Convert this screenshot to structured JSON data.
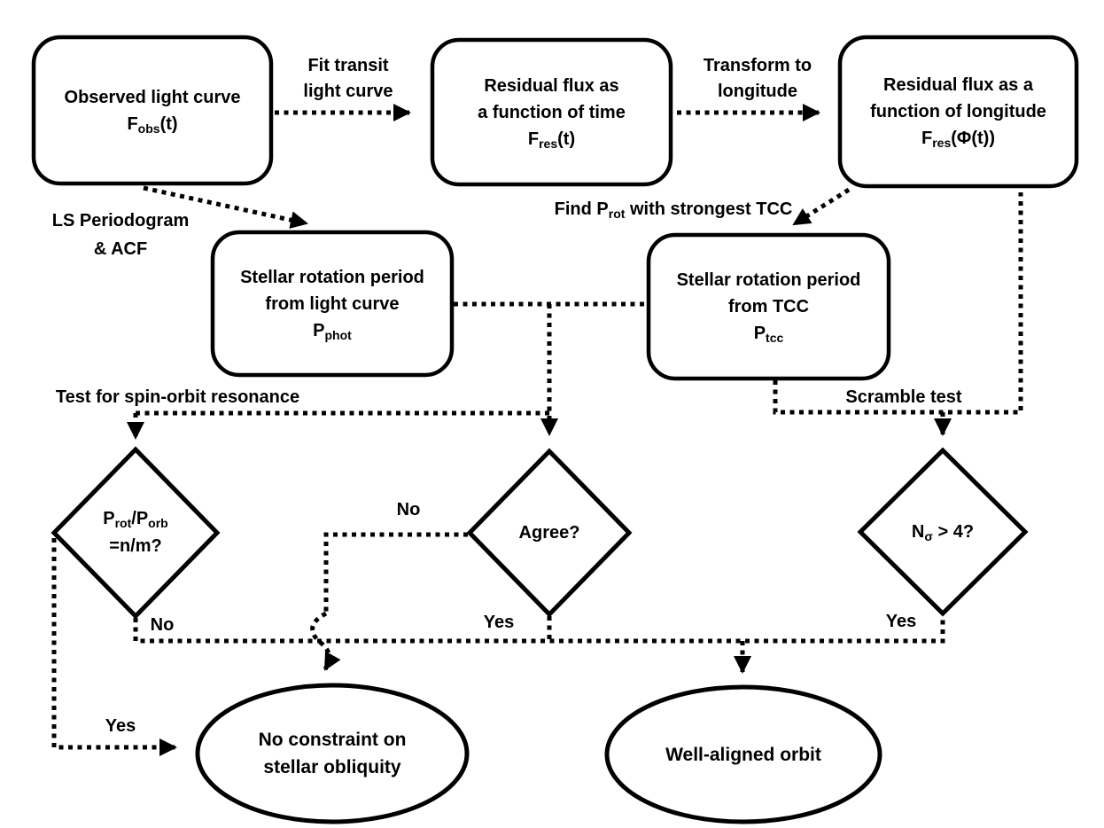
{
  "diagram": {
    "colors": {
      "background": "#ffffff",
      "line": "#000000"
    },
    "nodes": {
      "observed": {
        "line1": "Observed light curve",
        "f_base": "F",
        "f_sub": "obs",
        "f_post": "(t)"
      },
      "residual_time": {
        "line1": "Residual flux as",
        "line2": "a function of time",
        "f_base": "F",
        "f_sub": "res",
        "f_post": "(t)"
      },
      "residual_longitude": {
        "line1": "Residual flux as a",
        "line2": "function of longitude",
        "f_base": "F",
        "f_sub": "res",
        "f_post": "(Φ(t))"
      },
      "p_phot": {
        "line1": "Stellar rotation period",
        "line2": "from light curve",
        "f_base": "P",
        "f_sub": "phot",
        "f_post": ""
      },
      "p_tcc": {
        "line1": "Stellar rotation period",
        "line2": "from TCC",
        "f_base": "P",
        "f_sub": "tcc",
        "f_post": ""
      }
    },
    "decisions": {
      "resonance": {
        "l1_base": "P",
        "l1_sub1": "rot",
        "l1_mid": "/P",
        "l1_sub2": "orb",
        "line2": "=n/m?"
      },
      "agree": {
        "label": "Agree?"
      },
      "nsigma": {
        "base": "N",
        "sub": "σ",
        "post": " > 4?"
      }
    },
    "terminals": {
      "no_constraint": {
        "line1": "No constraint on",
        "line2": "stellar obliquity"
      },
      "well_aligned": {
        "label": "Well-aligned orbit"
      }
    },
    "edge_labels": {
      "fit_transit": {
        "line1": "Fit transit",
        "line2": "light curve"
      },
      "transform": {
        "line1": "Transform to",
        "line2": "longitude"
      },
      "ls_periodogram": {
        "line1": "LS Periodogram",
        "line2": "& ACF"
      },
      "find_prot": {
        "pre": "Find P",
        "sub": "rot",
        "post": " with strongest TCC"
      },
      "test_resonance": "Test for spin-orbit resonance",
      "scramble": "Scramble test",
      "agree_no": "No",
      "agree_yes": "Yes",
      "resonance_no": "No",
      "resonance_yes": "Yes",
      "nsigma_yes": "Yes"
    }
  }
}
